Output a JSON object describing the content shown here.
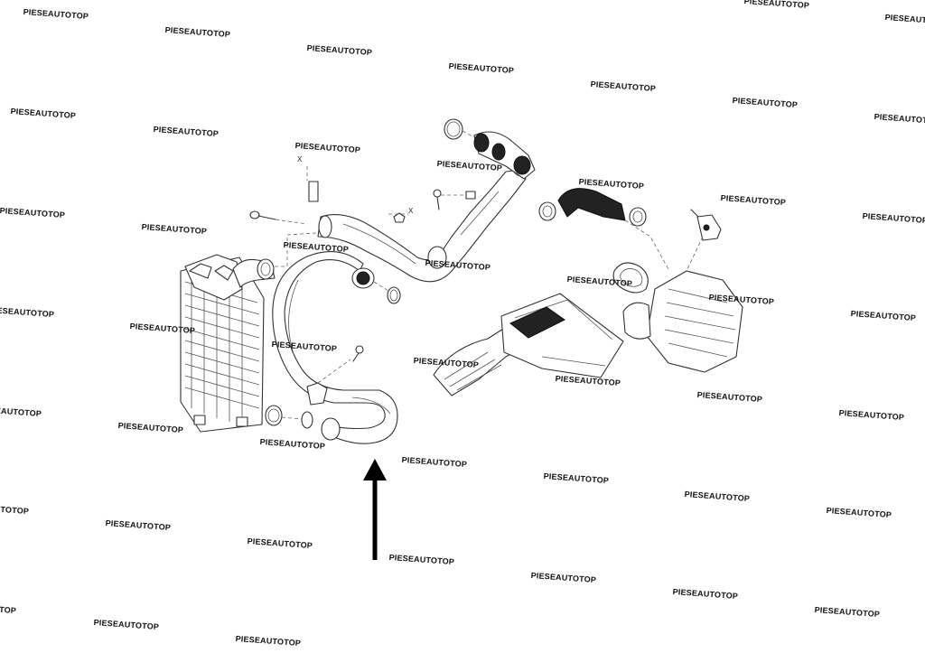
{
  "watermark_text": "PIESEAUTOTOP",
  "callouts": {
    "x1": "X",
    "x2": "X"
  },
  "highlight_arrow": {
    "direction": "up",
    "color": "#000000"
  }
}
